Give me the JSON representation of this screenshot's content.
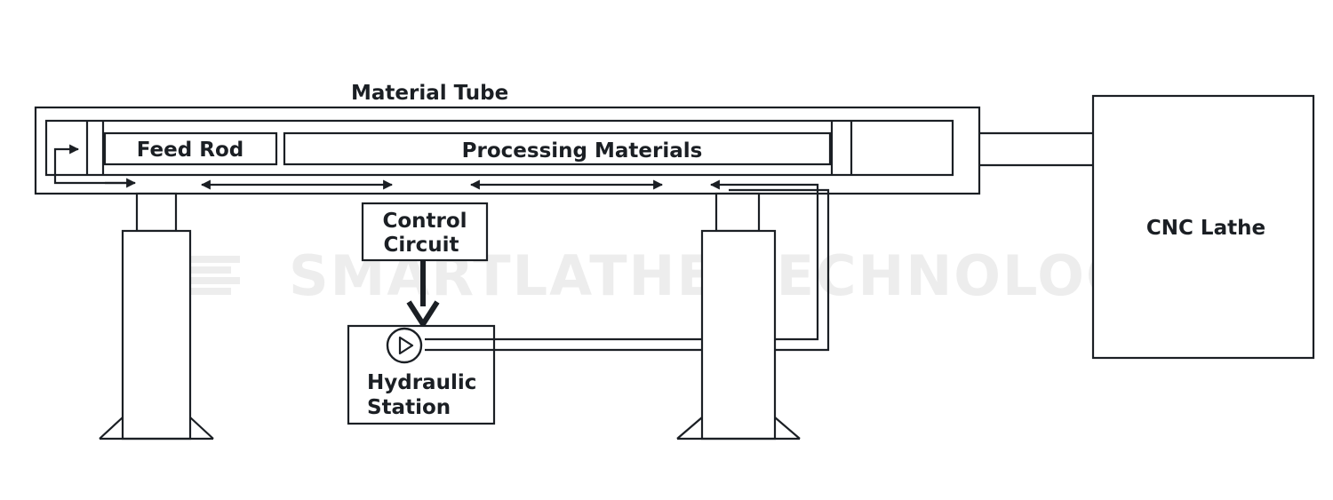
{
  "diagram": {
    "watermark": "SMARTLATHE TECHNOLOGY",
    "material_tube_label": "Material Tube",
    "feed_rod_label": "Feed Rod",
    "processing_materials_label": "Processing Materials",
    "control_circuit_label": [
      "Control",
      "Circuit"
    ],
    "hydraulic_station_label": [
      "Hydraulic",
      "Station"
    ],
    "cnc_lathe_label": "CNC Lathe",
    "icons": [
      "pump-icon",
      "watermark-logo-icon"
    ]
  }
}
